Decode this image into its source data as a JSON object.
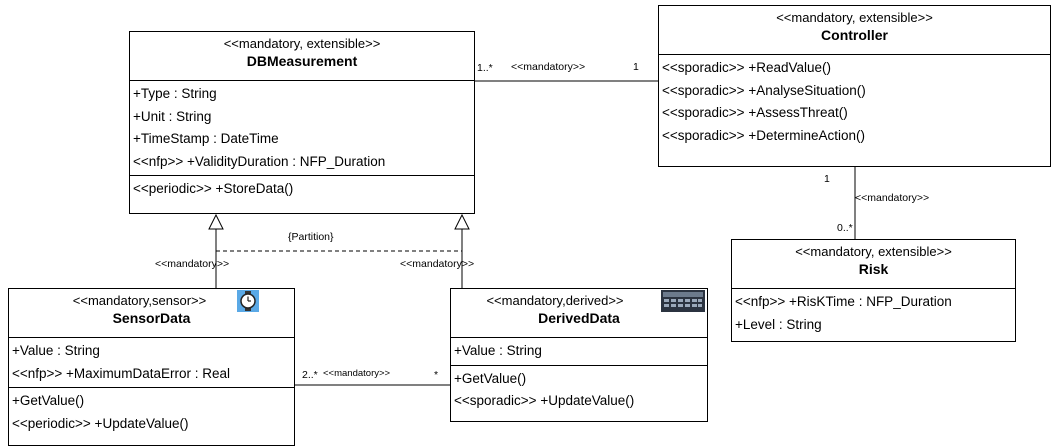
{
  "classes": {
    "dbmeasurement": {
      "stereotype": "<<mandatory, extensible>>",
      "name": "DBMeasurement",
      "attributes": [
        "+Type : String",
        "+Unit : String",
        "+TimeStamp : DateTime",
        "<<nfp>> +ValidityDuration : NFP_Duration"
      ],
      "operations": [
        "<<periodic>> +StoreData()"
      ]
    },
    "controller": {
      "stereotype": "<<mandatory, extensible>>",
      "name": "Controller",
      "operations": [
        "<<sporadic>> +ReadValue()",
        "<<sporadic>> +AnalyseSituation()",
        "<<sporadic>> +AssessThreat()",
        "<<sporadic>> +DetermineAction()"
      ]
    },
    "risk": {
      "stereotype": "<<mandatory, extensible>>",
      "name": "Risk",
      "attributes": [
        "<<nfp>> +RisKTime : NFP_Duration",
        "+Level : String"
      ]
    },
    "sensordata": {
      "stereotype": "<<mandatory,sensor>>",
      "name": "SensorData",
      "attributes": [
        "+Value : String",
        "<<nfp>> +MaximumDataError : Real"
      ],
      "operations": [
        "+GetValue()",
        "<<periodic>> +UpdateValue()"
      ]
    },
    "deriveddata": {
      "stereotype": "<<mandatory,derived>>",
      "name": "DerivedData",
      "attributes": [
        "+Value : String"
      ],
      "operations": [
        "+GetValue()",
        "<<sporadic>> +UpdateValue()"
      ]
    }
  },
  "connectors": {
    "db_controller": {
      "source_mult": "1..*",
      "label": "<<mandatory>>",
      "target_mult": "1"
    },
    "controller_risk": {
      "source_mult": "1",
      "label": "<<mandatory>>",
      "target_mult": "0..*"
    },
    "partition_label": "{Partition}",
    "gen_sensor_label": "<<mandatory>>",
    "gen_derived_label": "<<mandatory>>",
    "sensor_derived": {
      "source_mult": "2..*",
      "label": "<<mandatory>>",
      "target_mult": "*"
    }
  },
  "colors": {
    "line": "#000000",
    "background": "#ffffff",
    "icon_blue": "#5aa9e6"
  }
}
